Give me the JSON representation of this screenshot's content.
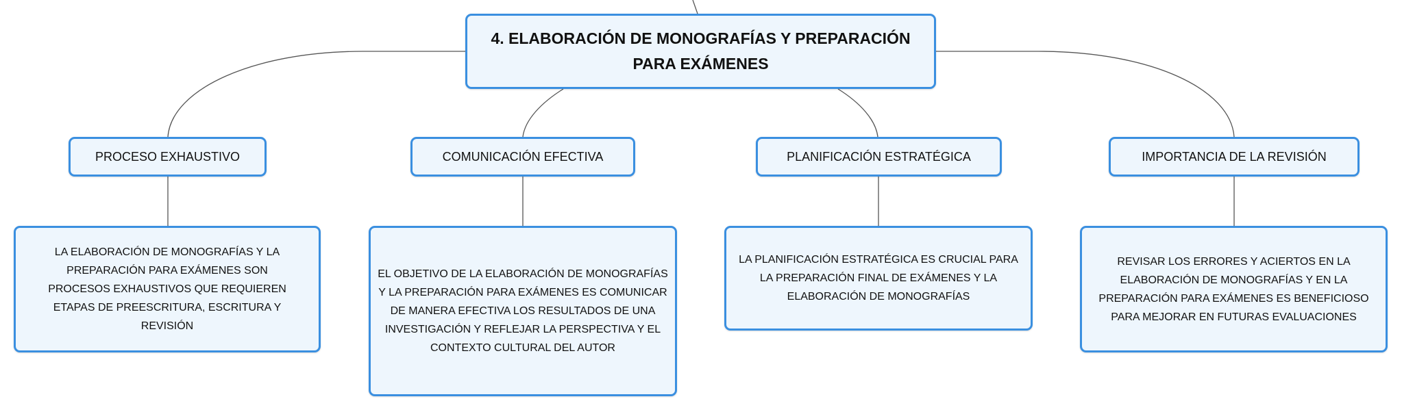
{
  "root": {
    "title": "4. ELABORACIÓN DE MONOGRAFÍAS Y PREPARACIÓN PARA EXÁMENES"
  },
  "branches": [
    {
      "label": "PROCESO EXHAUSTIVO",
      "detail": "LA ELABORACIÓN DE MONOGRAFÍAS Y LA PREPARACIÓN PARA EXÁMENES SON PROCESOS EXHAUSTIVOS QUE REQUIEREN ETAPAS DE PREESCRITURA, ESCRITURA Y REVISIÓN"
    },
    {
      "label": "COMUNICACIÓN EFECTIVA",
      "detail": "EL OBJETIVO DE LA ELABORACIÓN DE MONOGRAFÍAS Y LA PREPARACIÓN PARA EXÁMENES ES COMUNICAR DE MANERA EFECTIVA LOS RESULTADOS DE UNA INVESTIGACIÓN Y REFLEJAR LA PERSPECTIVA Y EL CONTEXTO CULTURAL DEL AUTOR"
    },
    {
      "label": "PLANIFICACIÓN ESTRATÉGICA",
      "detail": "LA PLANIFICACIÓN ESTRATÉGICA ES CRUCIAL PARA LA PREPARACIÓN FINAL DE EXÁMENES Y LA ELABORACIÓN DE MONOGRAFÍAS"
    },
    {
      "label": "IMPORTANCIA DE LA REVISIÓN",
      "detail": "REVISAR LOS ERRORES Y ACIERTOS EN LA ELABORACIÓN DE MONOGRAFÍAS Y EN LA PREPARACIÓN PARA EXÁMENES ES BENEFICIOSO PARA MEJORAR EN FUTURAS EVALUACIONES"
    }
  ],
  "colors": {
    "border": "#3a8fe0",
    "fill": "#eef6fd",
    "line": "#555555"
  }
}
